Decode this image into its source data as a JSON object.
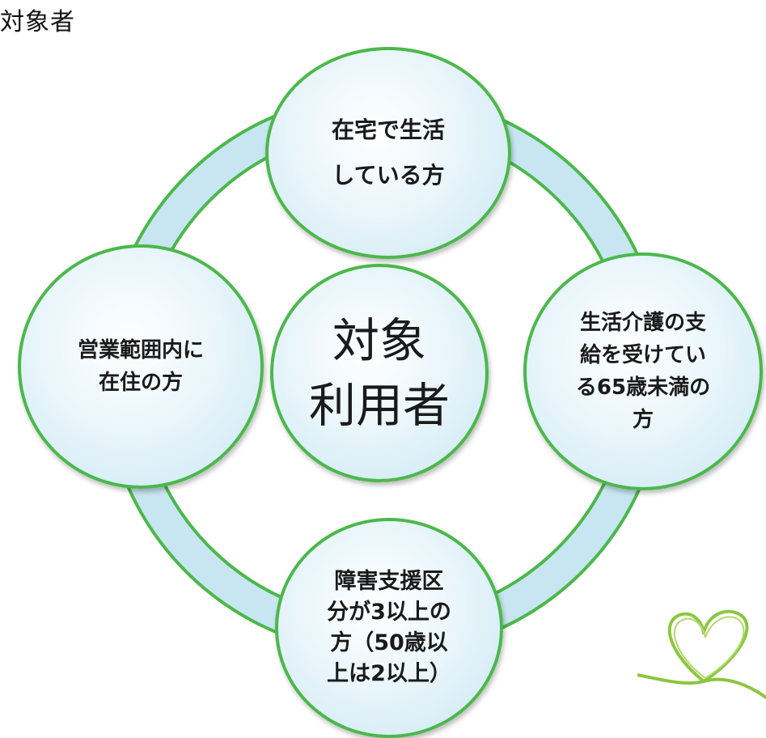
{
  "page": {
    "title": "対象者"
  },
  "diagram": {
    "center": {
      "lines": [
        "対象",
        "利用者"
      ]
    },
    "top": {
      "lines": [
        "在宅で生活",
        "している方"
      ]
    },
    "left": {
      "lines": [
        "営業範囲内に",
        "在住の方"
      ]
    },
    "right": {
      "lines": [
        "生活介護の支",
        "給を受けてい",
        "る65歳未満の",
        "方"
      ]
    },
    "bottom": {
      "lines": [
        "障害支援区",
        "分が3以上の",
        "方（50歳以",
        "上は2以上）"
      ]
    }
  },
  "colors": {
    "ring": "#b8dde9",
    "border": "#4bb84a",
    "decoration": "#8cc63f"
  },
  "icons": [
    "heart-icon"
  ]
}
